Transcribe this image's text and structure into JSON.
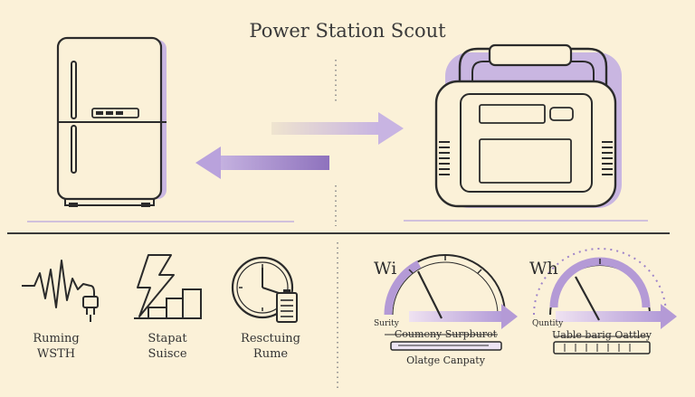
{
  "title": "Power Station Scout",
  "features": [
    {
      "line1": "Ruming",
      "line2": "WSTH",
      "icon": "pulse-plug-icon"
    },
    {
      "line1": "Stapat",
      "line2": "Suisce",
      "icon": "lightning-bars-icon"
    },
    {
      "line1": "Resctuing",
      "line2": "Rume",
      "icon": "clock-battery-icon"
    }
  ],
  "gauges": [
    {
      "unit": "Wi",
      "side_label": "Surity",
      "top_caption": "Coumeny Surpburot",
      "bottom_caption": "Olatge Canpaty",
      "fill": 0.4
    },
    {
      "unit": "Wh",
      "side_label": "Quntity",
      "top_caption": "Uable barig Oattley",
      "bottom_caption": "",
      "fill": 0.45
    }
  ],
  "colors": {
    "background": "#fbf1d8",
    "line": "#2b2b2b",
    "accent": "#b49ad6",
    "accent_light": "#e4daf0"
  }
}
